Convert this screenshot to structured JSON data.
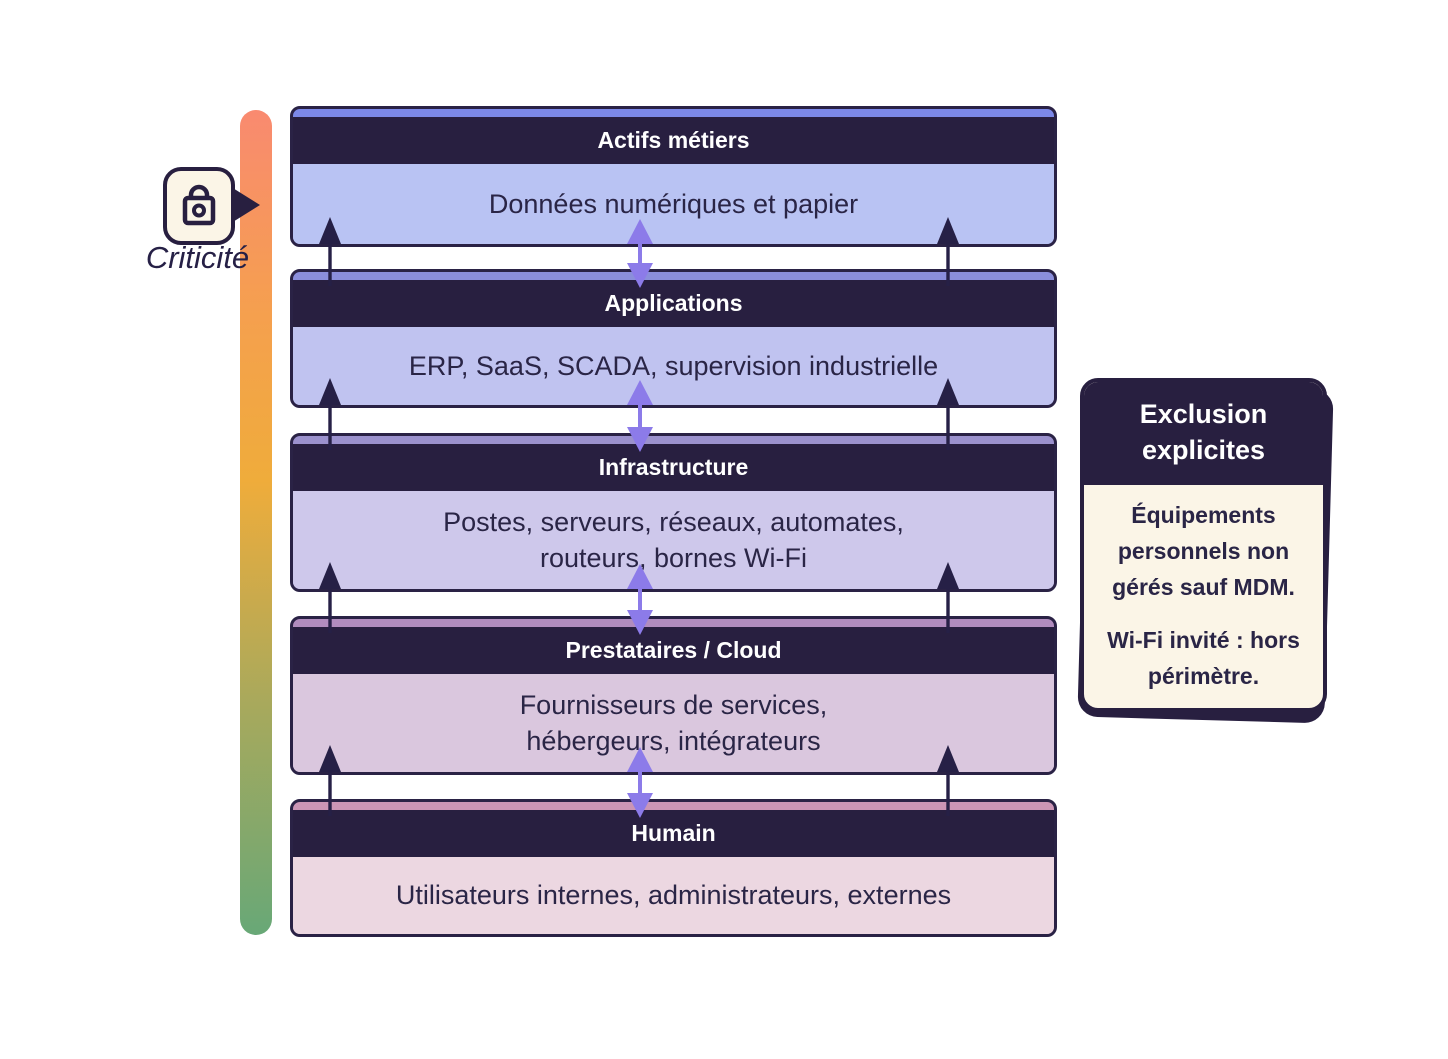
{
  "axis": {
    "label": "Criticité",
    "icon": "lock-icon",
    "gradient_colors": [
      "#F98A70",
      "#EFAC3B",
      "#68A877"
    ]
  },
  "layers": [
    {
      "title": "Actifs métiers",
      "body": "Données numériques et papier",
      "strip_color": "#7C88E8",
      "body_color": "#B9C3F3"
    },
    {
      "title": "Applications",
      "body": "ERP, SaaS, SCADA, supervision industrielle",
      "strip_color": "#8B8EDB",
      "body_color": "#C0C3F0"
    },
    {
      "title": "Infrastructure",
      "body": "Postes, serveurs, réseaux, automates, routeurs, bornes Wi-Fi",
      "strip_color": "#9B91CD",
      "body_color": "#CEC8EB"
    },
    {
      "title": "Prestataires / Cloud",
      "body": "Fournisseurs de services, hébergeurs, intégrateurs",
      "strip_color": "#B18CBE",
      "body_color": "#DAC7DE"
    },
    {
      "title": "Humain",
      "body": "Utilisateurs internes, administrateurs, externes",
      "strip_color": "#CB95B5",
      "body_color": "#ECD7E1"
    }
  ],
  "note": {
    "title": "Exclusion explicites",
    "lines": [
      "Équipements personnels non gérés sauf MDM.",
      "Wi-Fi invité : hors périmètre."
    ],
    "body_bg": "#FBF5E7"
  },
  "colors": {
    "header_bg": "#281F40",
    "border": "#2A2245",
    "text_dark": "#2A2546",
    "arrow_black": "#262046",
    "arrow_purple": "#8C7BE9"
  }
}
